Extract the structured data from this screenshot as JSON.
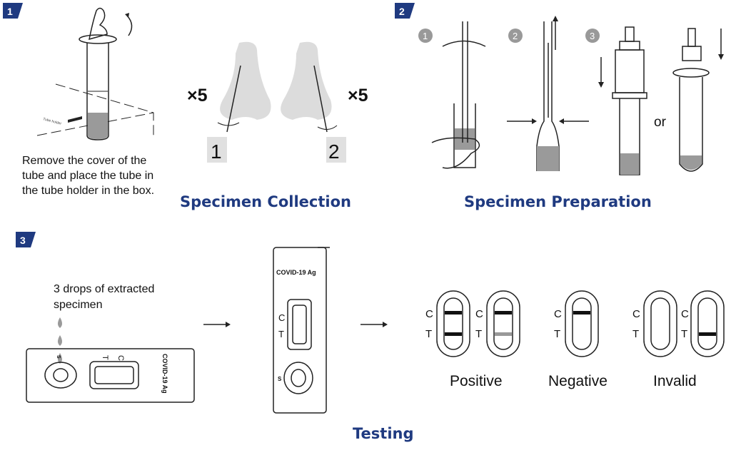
{
  "colors": {
    "accent": "#1f3a80",
    "fill": "#9a9a9a"
  },
  "step1": {
    "badge": "1",
    "instruction_lines": [
      "Remove the cover of the",
      "tube and place the tube in",
      "the tube holder in the box."
    ],
    "holder_label": "Tube holder"
  },
  "collection": {
    "title": "Specimen Collection",
    "left_count": "×5",
    "right_count": "×5",
    "nostril_1": "1",
    "nostril_2": "2"
  },
  "step2": {
    "badge": "2",
    "substeps": [
      "1",
      "2",
      "3"
    ],
    "or_label": "or"
  },
  "preparation": {
    "title": "Specimen Preparation"
  },
  "step3": {
    "badge": "3",
    "drops_lines": [
      "3 drops of extracted",
      "specimen"
    ],
    "cassette_label": "COVID-19 Ag",
    "sample_label": "S",
    "c_label": "C",
    "t_label": "T"
  },
  "results": {
    "c": "C",
    "t": "T",
    "positive": "Positive",
    "negative": "Negative",
    "invalid": "Invalid"
  },
  "testing": {
    "title": "Testing"
  }
}
